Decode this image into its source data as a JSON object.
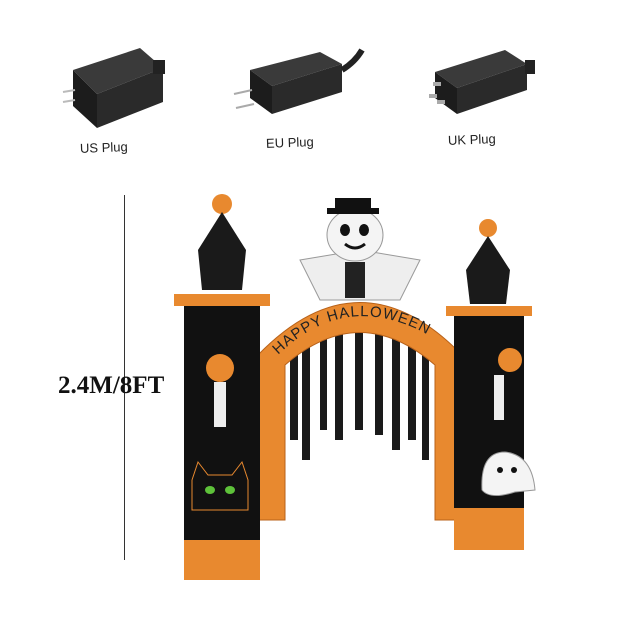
{
  "plugs": [
    {
      "label": "US Plug",
      "icon": "us-plug-adapter-icon"
    },
    {
      "label": "EU Plug",
      "icon": "eu-plug-adapter-icon"
    },
    {
      "label": "UK Plug",
      "icon": "uk-plug-adapter-icon"
    }
  ],
  "dimension": {
    "height_label": "2.4M/8FT"
  },
  "product": {
    "banner_text": "HAPPY HALLOWEEN"
  },
  "colors": {
    "orange": "#e8892f",
    "black": "#1a1a1a"
  }
}
